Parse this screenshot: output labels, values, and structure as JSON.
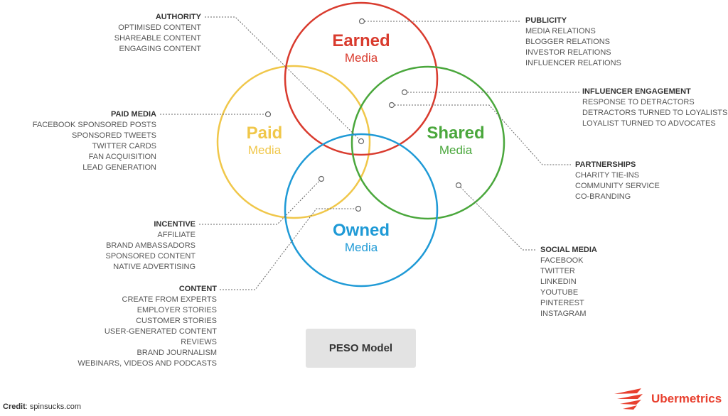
{
  "colors": {
    "earned": "#d93b2e",
    "paid": "#f0c74a",
    "shared": "#4aa73c",
    "owned": "#1f9ad6",
    "connector": "#666666",
    "brand": "#e8402f"
  },
  "circles": {
    "earned": {
      "title": "Earned",
      "subtitle": "Media"
    },
    "paid": {
      "title": "Paid",
      "subtitle": "Media"
    },
    "shared": {
      "title": "Shared",
      "subtitle": "Media"
    },
    "owned": {
      "title": "Owned",
      "subtitle": "Media"
    }
  },
  "blocks": {
    "authority": {
      "title": "AUTHORITY",
      "items": [
        "OPTIMISED CONTENT",
        "SHAREABLE CONTENT",
        "ENGAGING CONTENT"
      ]
    },
    "paid_media": {
      "title": "PAID MEDIA",
      "items": [
        "FACEBOOK SPONSORED POSTS",
        "SPONSORED TWEETS",
        "TWITTER CARDS",
        "FAN ACQUISITION",
        "LEAD GENERATION"
      ]
    },
    "incentive": {
      "title": "INCENTIVE",
      "items": [
        "AFFILIATE",
        "BRAND AMBASSADORS",
        "SPONSORED CONTENT",
        "NATIVE ADVERTISING"
      ]
    },
    "content": {
      "title": "CONTENT",
      "items": [
        "CREATE FROM EXPERTS",
        "EMPLOYER STORIES",
        "CUSTOMER STORIES",
        "USER-GENERATED CONTENT",
        "REVIEWS",
        "BRAND JOURNALISM",
        "WEBINARS, VIDEOS AND PODCASTS"
      ]
    },
    "publicity": {
      "title": "PUBLICITY",
      "items": [
        "MEDIA RELATIONS",
        "BLOGGER RELATIONS",
        "INVESTOR RELATIONS",
        "INFLUENCER RELATIONS"
      ]
    },
    "influencer": {
      "title": "INFLUENCER ENGAGEMENT",
      "items": [
        "RESPONSE TO DETRACTORS",
        "DETRACTORS TURNED TO LOYALISTS",
        "LOYALIST TURNED TO ADVOCATES"
      ]
    },
    "partnerships": {
      "title": "PARTNERSHIPS",
      "items": [
        "CHARITY TIE-INS",
        "COMMUNITY SERVICE",
        "CO-BRANDING"
      ]
    },
    "social_media": {
      "title": "SOCIAL MEDIA",
      "items": [
        "FACEBOOK",
        "TWITTER",
        "LINKEDIN",
        "YOUTUBE",
        "PINTEREST",
        "INSTAGRAM"
      ]
    }
  },
  "model_label": "PESO Model",
  "credit": {
    "label": "Credit",
    "source": ": spinsucks.com"
  },
  "brand": {
    "name": "Ubermetrics",
    "icon": "ubermetrics-wing-logo"
  }
}
